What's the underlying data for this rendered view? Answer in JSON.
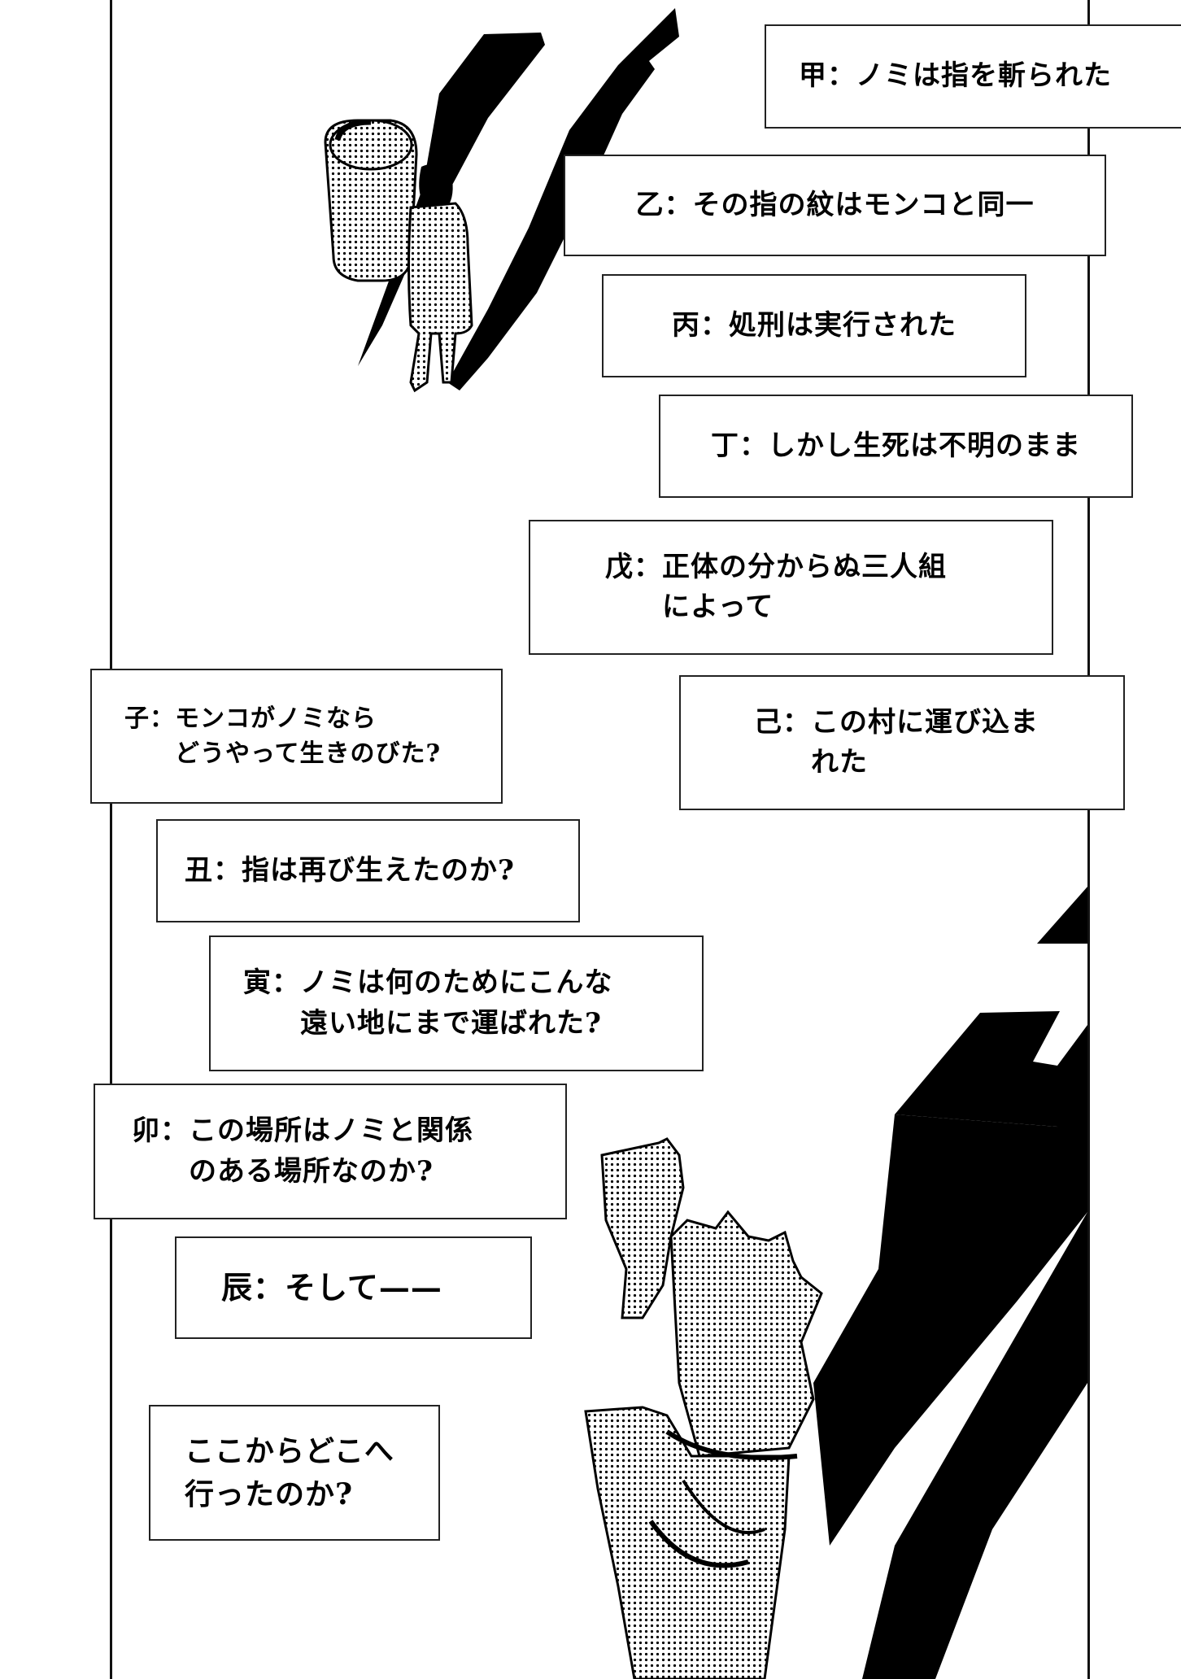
{
  "page": {
    "colors": {
      "ink": "#000000",
      "paper": "#ffffff",
      "screentone": "#9a9a9a",
      "box_border": "#222222"
    },
    "illustrations": [
      {
        "name": "figure-beside-barrel",
        "description": "person standing beside a large barrel casting long black shadow"
      },
      {
        "name": "broken-wooden-stake",
        "description": "splintered wooden stake bound with rope casting black shadow"
      }
    ],
    "captions": [
      {
        "label": "甲：",
        "lines": [
          "ノミは指を斬られた"
        ]
      },
      {
        "label": "乙：",
        "lines": [
          "その指の紋はモンコと同一"
        ]
      },
      {
        "label": "丙：",
        "lines": [
          "処刑は実行された"
        ]
      },
      {
        "label": "丁：",
        "lines": [
          "しかし生死は不明のまま"
        ]
      },
      {
        "label": "戊：",
        "lines": [
          "正体の分からぬ三人組",
          "によって"
        ]
      },
      {
        "label": "子：",
        "lines": [
          "モンコがノミなら",
          "どうやって生きのびた?"
        ]
      },
      {
        "label": "己：",
        "lines": [
          "この村に運び込ま",
          "れた"
        ]
      },
      {
        "label": "丑：",
        "lines": [
          "指は再び生えたのか?"
        ]
      },
      {
        "label": "寅：",
        "lines": [
          "ノミは何のためにこんな",
          "遠い地にまで運ばれた?"
        ]
      },
      {
        "label": "卯：",
        "lines": [
          "この場所はノミと関係",
          "のある場所なのか?"
        ]
      },
      {
        "label": "辰：",
        "lines": [
          "そして——"
        ]
      },
      {
        "label": "",
        "lines": [
          "ここからどこへ",
          "行ったのか?"
        ]
      }
    ]
  }
}
